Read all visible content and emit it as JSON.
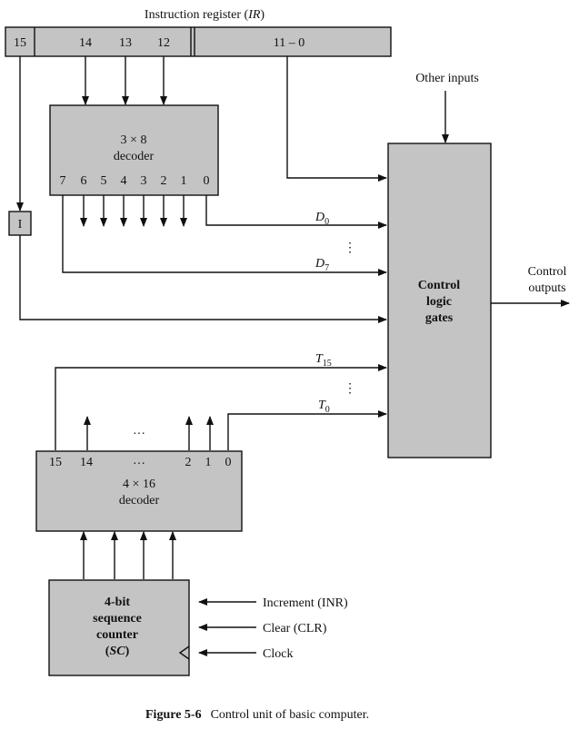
{
  "ir": {
    "title_prefix": "Instruction register (",
    "title_abbr": "IR",
    "title_suffix": ")",
    "fields": {
      "b15": "15",
      "b14": "14",
      "b13": "13",
      "b12": "12",
      "b11_0": "11 – 0"
    }
  },
  "flipflop_i": {
    "label": "I"
  },
  "decoder38": {
    "line1": "3 × 8",
    "line2": "decoder",
    "outputs": [
      "7",
      "6",
      "5",
      "4",
      "3",
      "2",
      "1",
      "0"
    ]
  },
  "decoder416": {
    "line1": "4 × 16",
    "line2": "decoder",
    "out15": "15",
    "out14": "14",
    "dots": "…",
    "out2": "2",
    "out1": "1",
    "out0": "0",
    "dots_above": "…"
  },
  "sequence_counter": {
    "line1": "4-bit",
    "line2": "sequence",
    "line3": "counter",
    "line4_open": "(",
    "line4_abbr": "SC",
    "line4_close": ")"
  },
  "counter_inputs": {
    "increment": "Increment (INR)",
    "clear": "Clear (CLR)",
    "clock": "Clock"
  },
  "control_gates": {
    "line1": "Control",
    "line2": "logic",
    "line3": "gates"
  },
  "other_inputs": "Other inputs",
  "outputs": {
    "line1": "Control",
    "line2": "outputs"
  },
  "signals": {
    "d0_base": "D",
    "d0_sub": "0",
    "d7_base": "D",
    "d7_sub": "7",
    "t15_base": "T",
    "t15_sub": "15",
    "t0_base": "T",
    "t0_sub": "0",
    "vdots": "⋮"
  },
  "caption": {
    "label": "Figure 5-6",
    "text": "Control unit of basic computer."
  }
}
